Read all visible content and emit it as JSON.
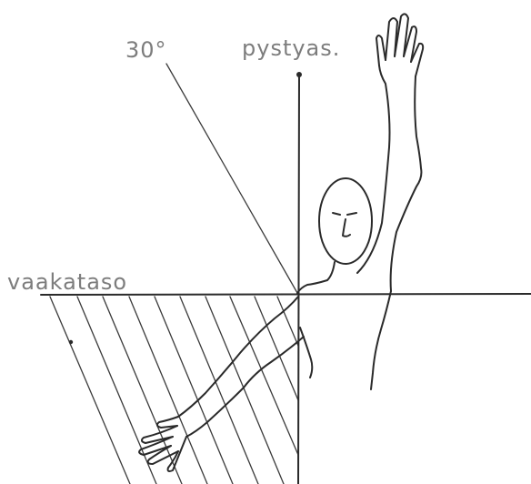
{
  "labels": {
    "angle": "30°",
    "vertical_axis": "pystyas.",
    "horizontal_plane": "vaakataso"
  },
  "colors": {
    "ink": "#2a2a2a",
    "label_ink": "#7d7d7d",
    "background": "#ffffff"
  }
}
